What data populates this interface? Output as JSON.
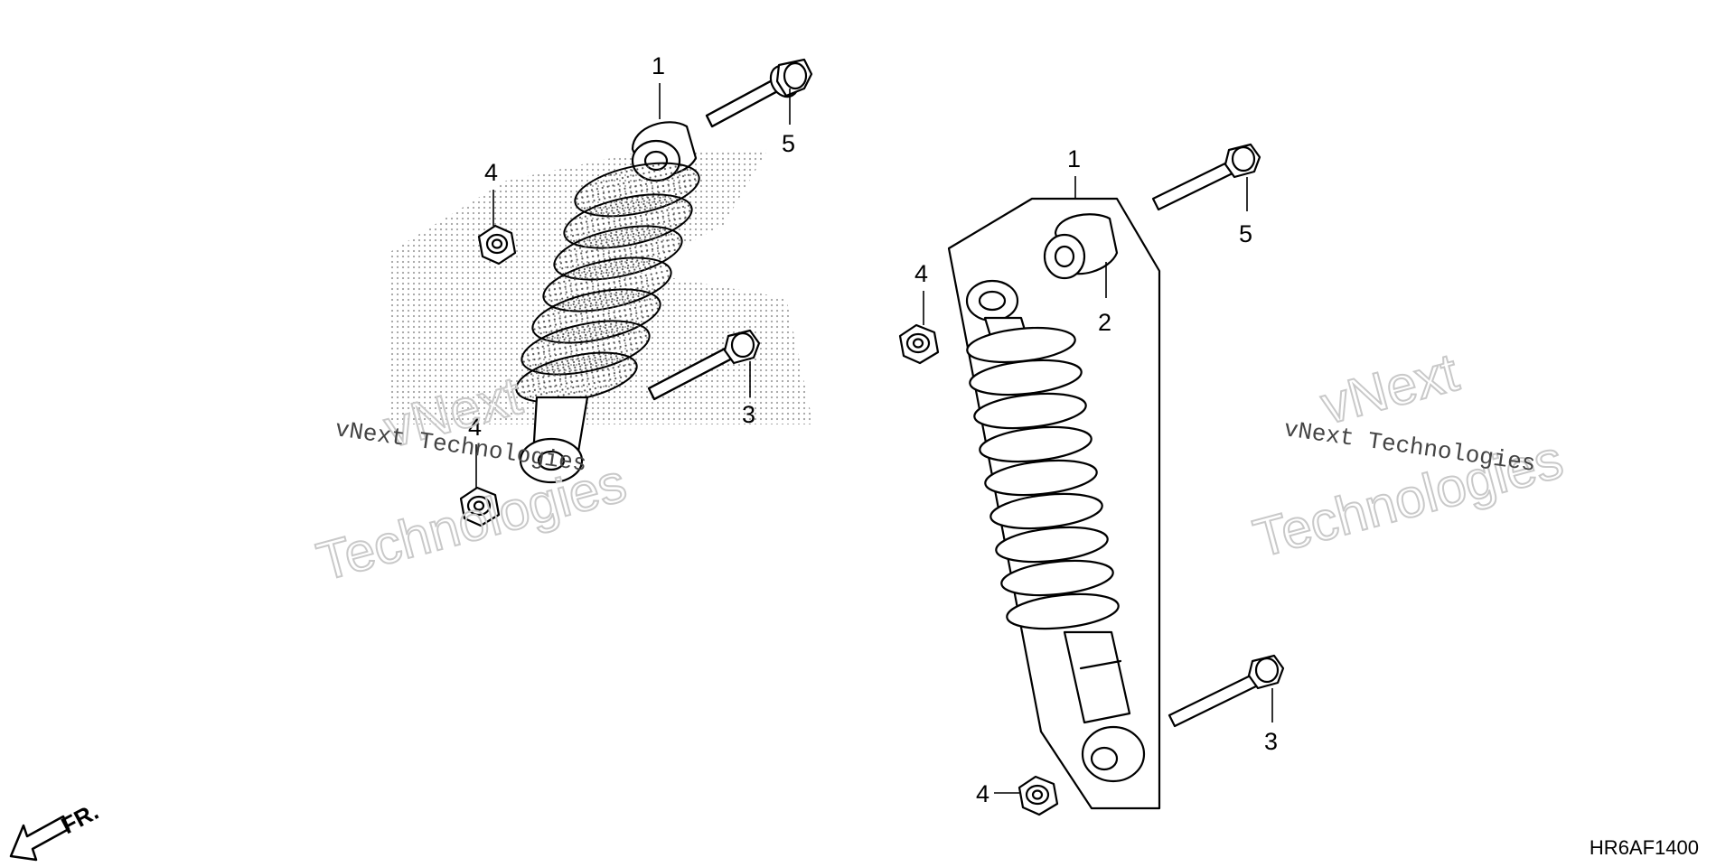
{
  "diagram_code": "HR6AF1400",
  "direction_label": "FR.",
  "callouts": {
    "left_1": "1",
    "left_3": "3",
    "left_4_top": "4",
    "left_4_bottom": "4",
    "left_5": "5",
    "right_1": "1",
    "right_2": "2",
    "right_3": "3",
    "right_4_top": "4",
    "right_4_bottom": "4",
    "right_5": "5"
  },
  "watermarks": {
    "left_brand": "vNext",
    "left_brand_2": "Technologies",
    "left_caption": "vNext Technologies",
    "right_brand": "vNext",
    "right_brand_2": "Technologies",
    "right_caption": "vNext Technologies"
  },
  "colors": {
    "line": "#000000",
    "background": "#ffffff",
    "watermark": "#c9c9c9"
  }
}
